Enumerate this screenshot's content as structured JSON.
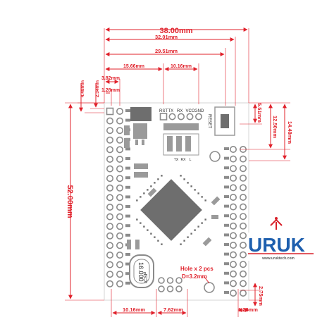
{
  "dimensions": {
    "width_total": "38.00mm",
    "w_32_01": "32.01mm",
    "w_29_51": "29.51mm",
    "w_15_66": "15.66mm",
    "w_10_16_top": "10.16mm",
    "left_4_48": "4.48mm",
    "left_3_82": "3.82mm",
    "left_2_34": "2.34mm",
    "left_1_28": "1.28mm",
    "height_total": "52.00mm",
    "right_5_51": "5.51mm",
    "right_12_50": "12.50mm",
    "right_14_48": "14.48mm",
    "bottom_10_16": "10.16mm",
    "bottom_7_62": "7.62mm",
    "bottom_1_23": "1.23mm",
    "bottom_2_75": "2.75mm"
  },
  "board": {
    "header_labels": [
      "RST",
      "TX",
      "RX",
      "VCC",
      "GND"
    ],
    "reset_label": "RESET",
    "crystal_label": "16.000",
    "icsp_label": "ICSP",
    "hole_note_line1": "Hole x 2 pcs",
    "hole_note_line2": "D=3.2mm",
    "led_labels": [
      "TX",
      "RX",
      "L"
    ]
  },
  "logo": {
    "text": "URUK",
    "url": "www.uruktech.com"
  },
  "colors": {
    "dimension": "#e0202a",
    "logo_blue": "#1e5fae",
    "logo_red": "#d8202a",
    "component": "#9a9a9a"
  }
}
